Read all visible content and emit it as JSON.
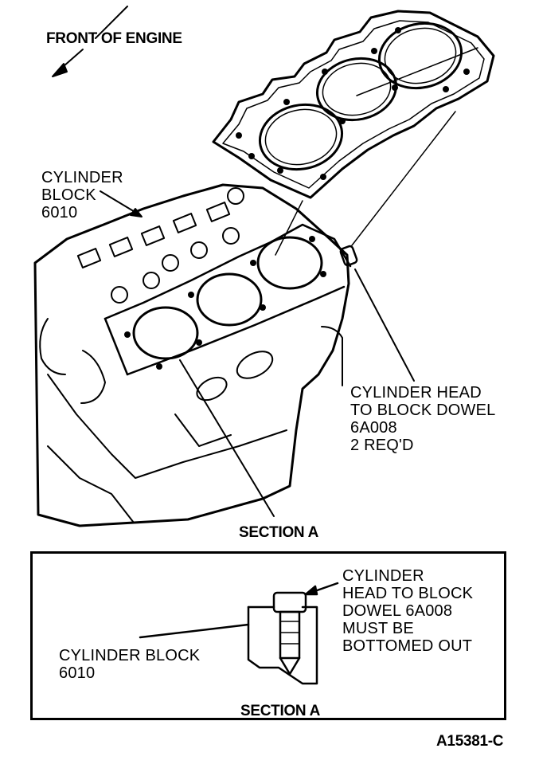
{
  "labels": {
    "front_of_engine": "FRONT OF ENGINE",
    "cylinder_block_main": [
      "CYLINDER",
      "BLOCK",
      "6010"
    ],
    "dowel_main": [
      "CYLINDER HEAD",
      "TO BLOCK DOWEL",
      "6A008",
      "2 REQ'D"
    ],
    "section_a_main": "SECTION A"
  },
  "inset": {
    "cylinder_block": [
      "CYLINDER BLOCK",
      "6010"
    ],
    "dowel_note": [
      "CYLINDER",
      "HEAD TO BLOCK",
      "DOWEL 6A008",
      "MUST BE",
      "BOTTOMED OUT"
    ],
    "section_a": "SECTION A"
  },
  "figure_id": "A15381-C"
}
